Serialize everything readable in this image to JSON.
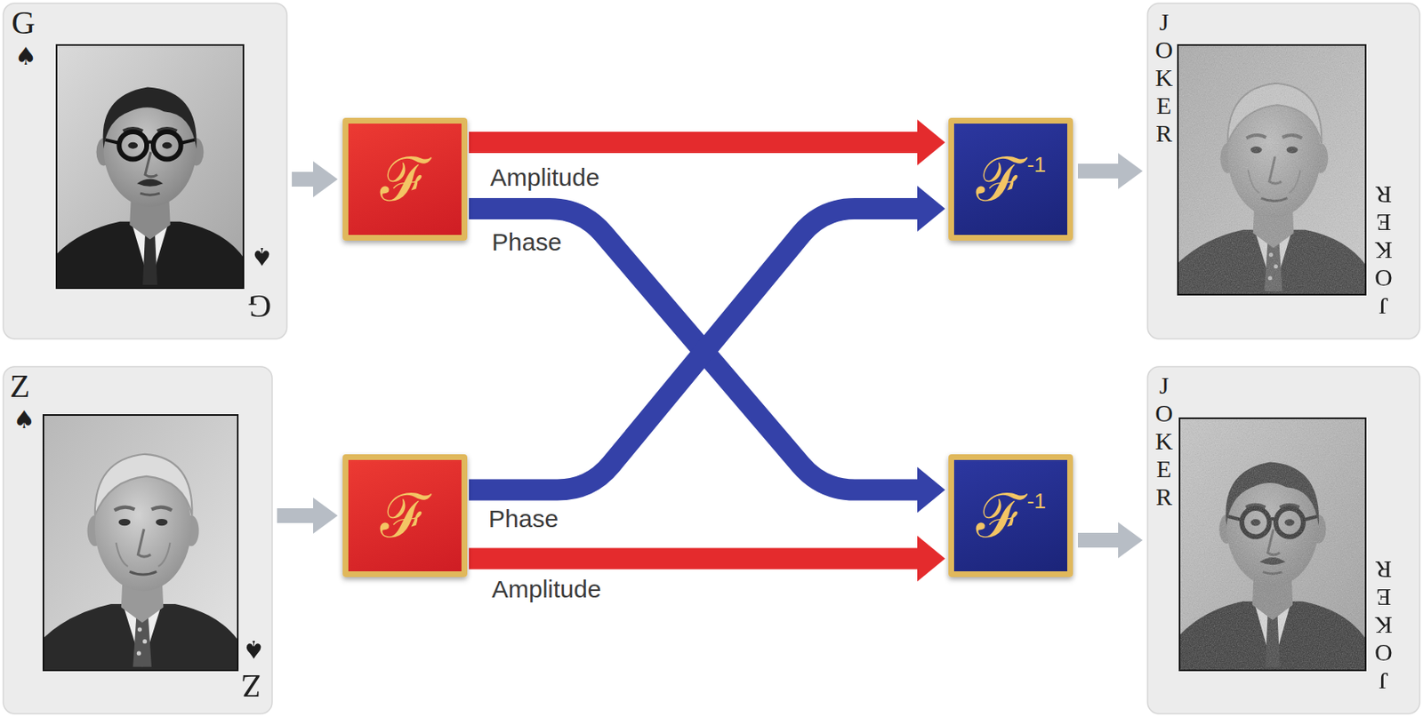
{
  "diagram": {
    "nodes": [
      {
        "text": [
          "G",
          "♠",
          "♠",
          "G"
        ]
      },
      {
        "text": [
          "ℱ"
        ]
      },
      {
        "text": [
          "ℱ",
          "-1"
        ]
      },
      {
        "text": [
          "JOKER",
          "JOKER"
        ]
      },
      {
        "text": [
          "Z",
          "♠",
          "♠",
          "Z"
        ]
      },
      {
        "text": [
          "ℱ"
        ]
      },
      {
        "text": [
          "ℱ",
          "-1"
        ]
      },
      {
        "text": [
          "JOKER",
          "JOKER"
        ]
      }
    ],
    "edges": [
      {
        "from": 0,
        "to": 1,
        "arrow": "to"
      },
      {
        "from": 1,
        "to": 2,
        "label": "Amplitude",
        "arrow": "to"
      },
      {
        "from": 1,
        "to": 6,
        "label": "Phase",
        "arrow": "to"
      },
      {
        "from": 2,
        "to": 3,
        "arrow": "to"
      },
      {
        "from": 4,
        "to": 5,
        "arrow": "to"
      },
      {
        "from": 5,
        "to": 2,
        "label": "Phase",
        "arrow": "to"
      },
      {
        "from": 5,
        "to": 6,
        "label": "Amplitude",
        "arrow": "to"
      },
      {
        "from": 6,
        "to": 7,
        "arrow": "to"
      }
    ]
  }
}
